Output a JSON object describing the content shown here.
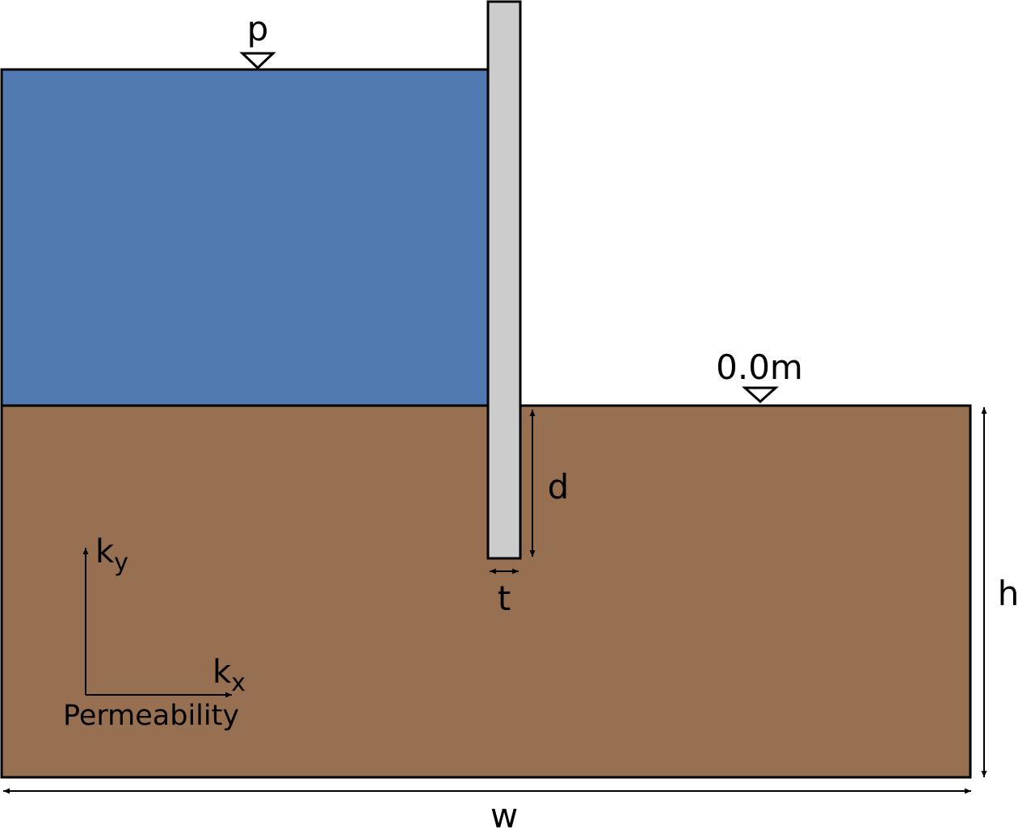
{
  "labels": {
    "pressure": "p",
    "water_level": "0.0m",
    "depth": "d",
    "thickness": "t",
    "height": "h",
    "width": "w",
    "permeability": "Permeability",
    "k": "k",
    "ky_sub": "y",
    "kx_sub": "x"
  },
  "colors": {
    "water": "#4f79b0",
    "soil": "#976f51",
    "wall": "#cccccc",
    "outline": "#000000"
  }
}
